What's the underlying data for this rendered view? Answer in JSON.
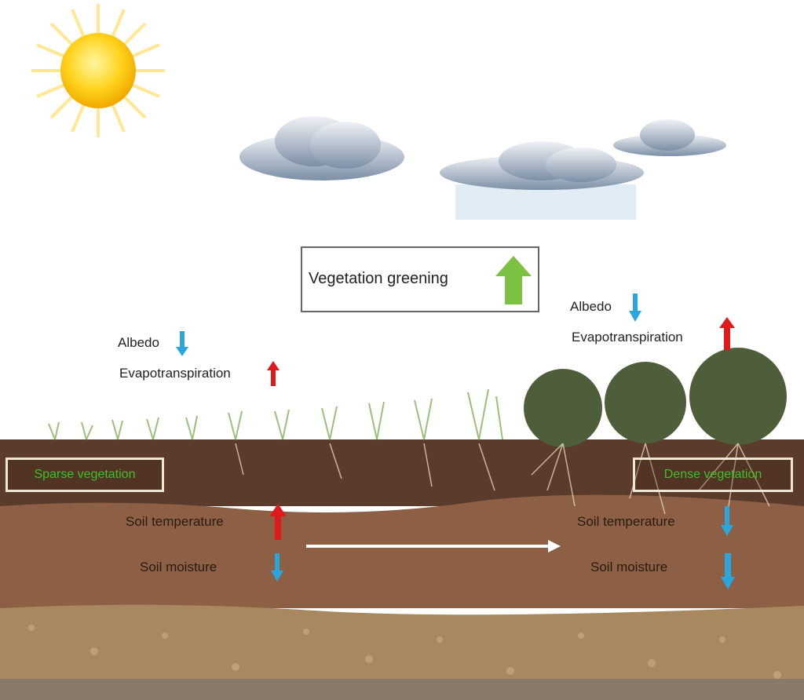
{
  "title_box": {
    "label": "Vegetation greening",
    "arrow": "up"
  },
  "left": {
    "albedo": "Albedo",
    "albedo_arrow": "down",
    "evapotranspiration": "Evapotranspiration",
    "evapotranspiration_arrow": "up",
    "vegetation_label": "Sparse vegetation",
    "soil_temperature": "Soil temperature",
    "soil_temperature_arrow": "up",
    "soil_moisture": "Soil moisture",
    "soil_moisture_arrow": "down"
  },
  "right": {
    "albedo": "Albedo",
    "albedo_arrow": "down",
    "evapotranspiration": "Evapotranspiration",
    "evapotranspiration_arrow": "up",
    "vegetation_label": "Dense vegetation",
    "soil_temperature": "Soil temperature",
    "soil_temperature_arrow": "down",
    "soil_moisture": "Soil moisture",
    "soil_moisture_arrow": "down"
  },
  "colors": {
    "up_red": "#e0191b",
    "down_blue": "#2aa6dc",
    "green_arrow": "#7cc242",
    "label_green": "#3fbf2a"
  }
}
